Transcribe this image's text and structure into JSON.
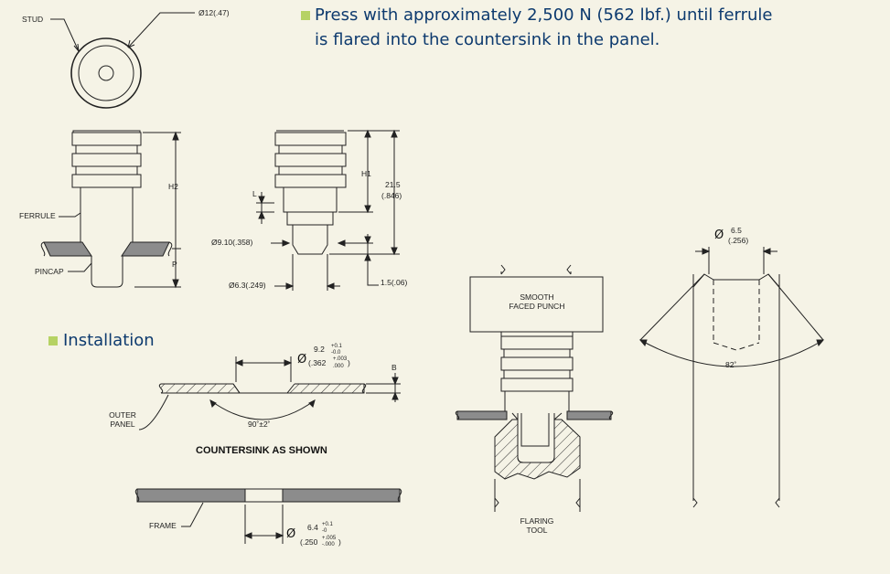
{
  "press_note": {
    "line1": "Press with approximately 2,500 N (562 lbf.) until ferrule",
    "line2": "is flared into the countersink in the panel."
  },
  "install_heading": "Installation",
  "labels": {
    "stud": "STUD",
    "stud_dia": "Ø12(.47)",
    "ferrule": "FERRULE",
    "pincap": "PINCAP",
    "h2": "H2",
    "p": "P",
    "l": "L",
    "h1": "H1",
    "dim_21_5": "21.5",
    "dim_846": "(.846)",
    "dim_9_10": "Ø9.10(.358)",
    "dim_6_3": "Ø6.3(.249)",
    "dim_1_5": "1.5(.06)",
    "smooth_punch_1": "SMOOTH",
    "smooth_punch_2": "FACED PUNCH",
    "dim_6_5": "6.5",
    "dim_256": "(.256)",
    "angle_82": "82˚",
    "cs_dia_mm": "9.2",
    "cs_tol_mm_up": "+0.1",
    "cs_tol_mm_dn": "-0.0",
    "cs_dia_in": "(.362",
    "cs_tol_in_up": "+.003",
    "cs_tol_in_dn": ".000",
    "cs_dia_in_close": ")",
    "b": "B",
    "outer_panel_1": "OUTER",
    "outer_panel_2": "PANEL",
    "angle_90": "90˚±2˚",
    "countersink_caption": "COUNTERSINK AS SHOWN",
    "frame": "FRAME",
    "hole_dia_mm": "6.4",
    "hole_tol_mm_up": "+0.1",
    "hole_tol_mm_dn": "-0",
    "hole_dia_in": "(.250",
    "hole_tol_in_up": "+.005",
    "hole_tol_in_dn": "-.000",
    "hole_dia_in_close": ")",
    "flaring_tool_1": "FLARING",
    "flaring_tool_2": "TOOL",
    "dia_symbol": "Ø"
  },
  "colors": {
    "background": "#f5f3e6",
    "heading": "#0d3a6e",
    "bullet": "#b6d264",
    "panel_fill": "#8c8c8c"
  }
}
